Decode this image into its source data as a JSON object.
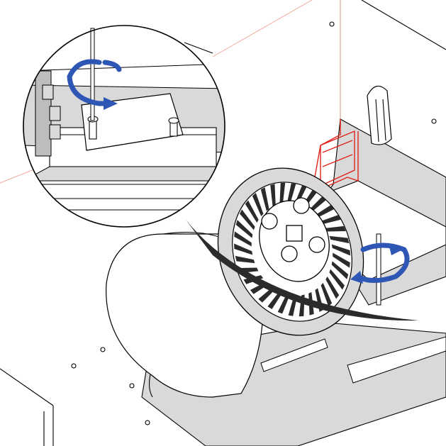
{
  "diagram": {
    "type": "technical-illustration",
    "colors": {
      "line": "#000000",
      "panel": "#d9d9d9",
      "panel_dark": "#bdbdbd",
      "blade": "#2b2b2b",
      "arrow": "#2e56b5",
      "highlight": "#e2231a",
      "guide": "#f2a79a"
    },
    "components": [
      {
        "name": "housing",
        "icon": "cabinet-outline"
      },
      {
        "name": "blower-wheel",
        "icon": "fan-wheel-icon"
      },
      {
        "name": "blower-scroll",
        "icon": "scroll-housing"
      },
      {
        "name": "mounting-screw",
        "icon": "screw-icon"
      },
      {
        "name": "screwdriver",
        "icon": "screwdriver-icon"
      },
      {
        "name": "detail-magnifier",
        "icon": "zoom-circle"
      },
      {
        "name": "mounting-bracket",
        "icon": "bracket-icon"
      }
    ],
    "actions": [
      {
        "name": "loosen-screw",
        "icon": "rotate-arrow-icon",
        "direction": "counter-clockwise"
      },
      {
        "name": "unscrew-hub",
        "icon": "rotate-arrow-icon",
        "direction": "counter-clockwise"
      }
    ]
  }
}
